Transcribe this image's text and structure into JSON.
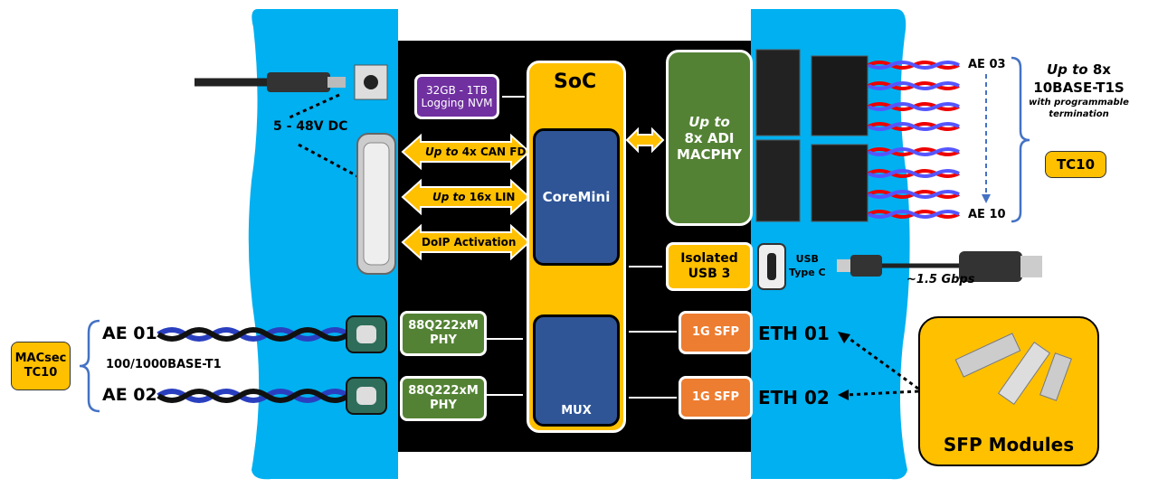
{
  "power": {
    "label": "5 - 48V DC"
  },
  "nvm": {
    "line1": "32GB - 1TB",
    "line2": "Logging NVM"
  },
  "can": {
    "prefix": "Up to",
    "label": "4x CAN FD"
  },
  "lin": {
    "prefix": "Up to",
    "label": "16x LIN"
  },
  "doip": {
    "label": "DoIP Activation"
  },
  "soc": {
    "title": "SoC",
    "coremini": "CoreMini",
    "mux": "MUX"
  },
  "macphy": {
    "prefix": "Up to",
    "line2": "8x ADI",
    "line3": "MACPHY"
  },
  "usb3": {
    "line1": "Isolated",
    "line2": "USB 3"
  },
  "usbc": {
    "line1": "USB",
    "line2": "Type C",
    "speed": "~1.5 Gbps"
  },
  "phy": [
    {
      "line1": "88Q222xM",
      "line2": "PHY"
    },
    {
      "line1": "88Q222xM",
      "line2": "PHY"
    }
  ],
  "sfp": [
    {
      "label": "1G SFP"
    },
    {
      "label": "1G SFP"
    }
  ],
  "eth": [
    "ETH 01",
    "ETH 02"
  ],
  "sfp_modules": {
    "label": "SFP Modules"
  },
  "left": {
    "badge_line1": "MACsec",
    "badge_line2": "TC10",
    "ae01": "AE 01",
    "ae02": "AE 02",
    "standard": "100/1000BASE-T1"
  },
  "right": {
    "ae03": "AE 03",
    "ae10": "AE 10",
    "line1_prefix": "Up to",
    "line1": "8x",
    "line2": "10BASE-T1S",
    "line3": "with programmable",
    "line4": "termination",
    "badge": "TC10"
  },
  "colors": {
    "panel": "#00b0f0",
    "soc": "#ffc000",
    "coremini": "#2f5597",
    "phy": "#548235",
    "nvm": "#7030a0",
    "sfp": "#ed7d31"
  }
}
